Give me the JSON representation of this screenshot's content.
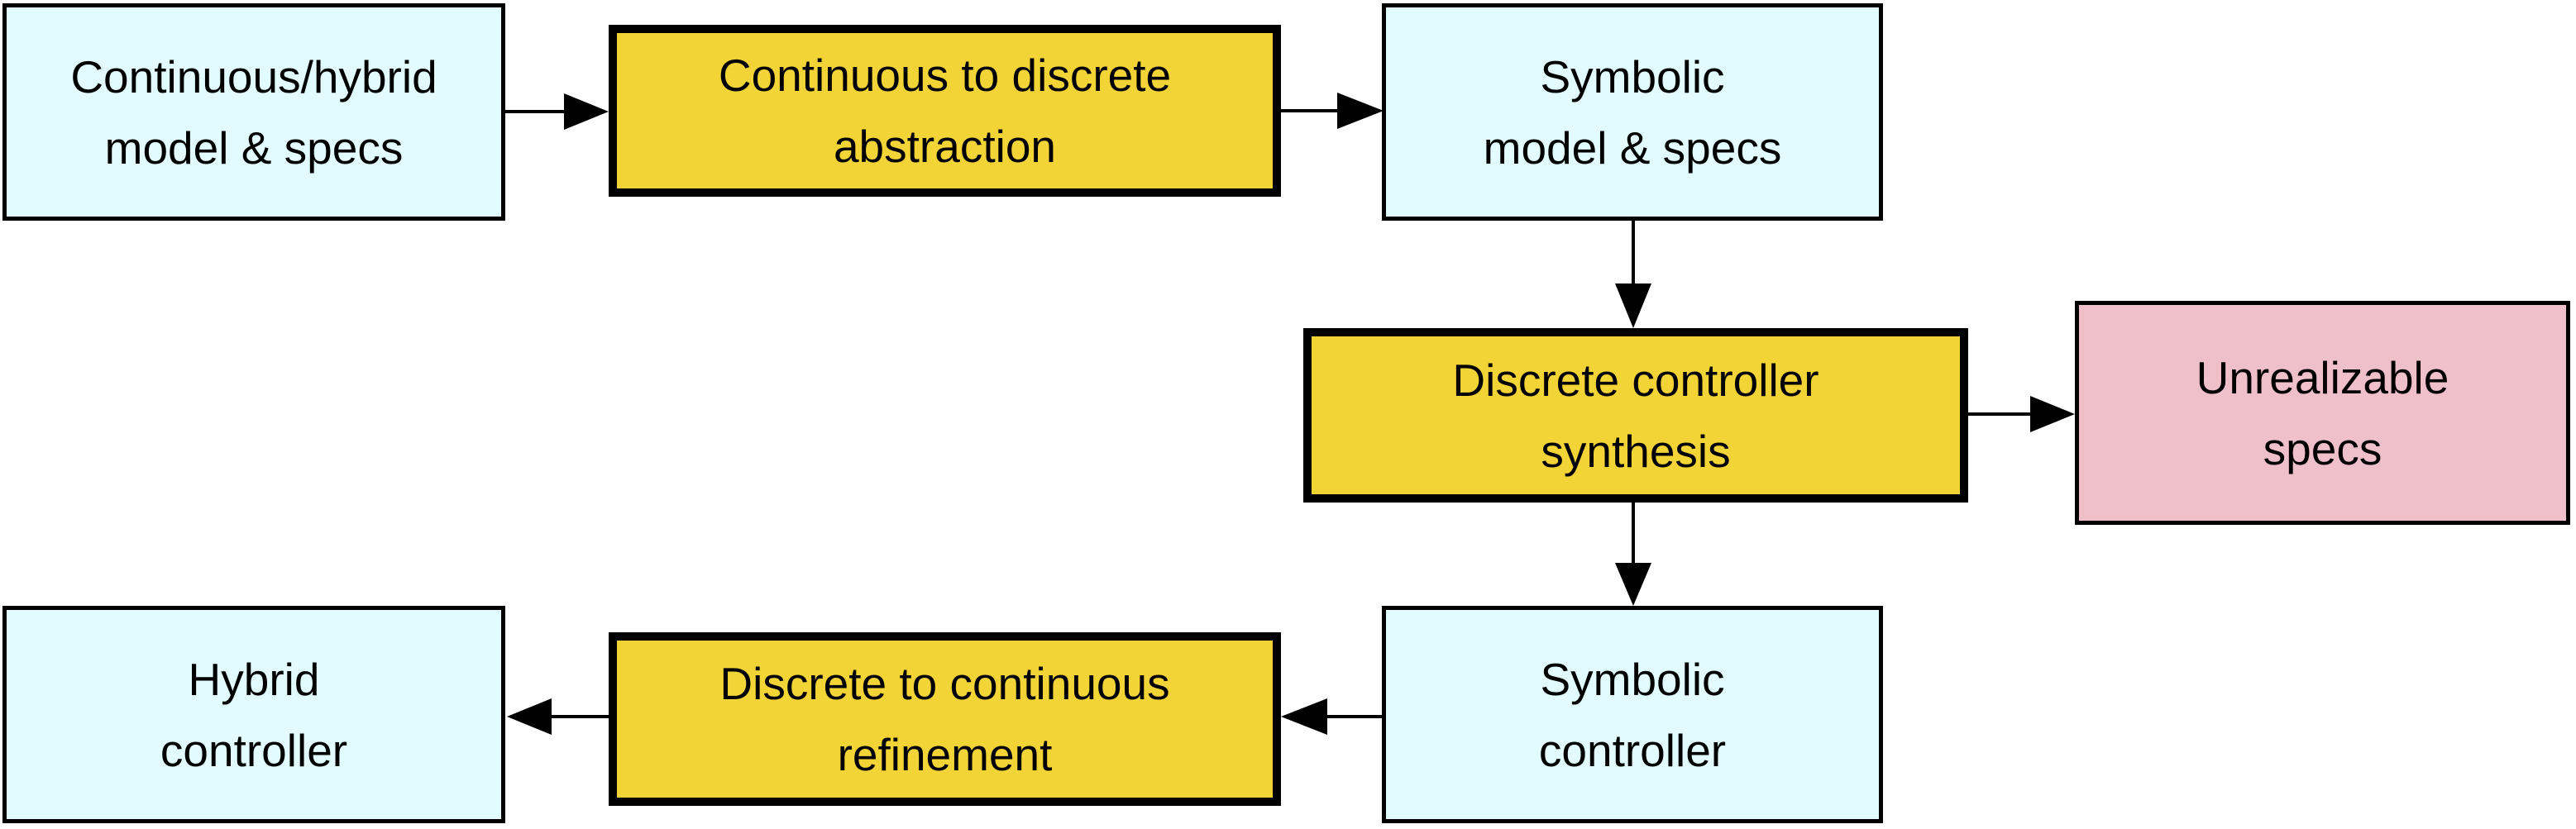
{
  "diagram": {
    "description": "Flowchart of symbolic controller synthesis workflow",
    "nodes": [
      {
        "id": "continuous-hybrid-model-specs",
        "lines": [
          "Continuous/hybrid",
          "model & specs"
        ],
        "color": "cyan"
      },
      {
        "id": "continuous-to-discrete-abstraction",
        "lines": [
          "Continuous to discrete",
          "abstraction"
        ],
        "color": "yellow"
      },
      {
        "id": "symbolic-model-specs",
        "lines": [
          "Symbolic",
          "model & specs"
        ],
        "color": "cyan"
      },
      {
        "id": "discrete-controller-synthesis",
        "lines": [
          "Discrete controller",
          "synthesis"
        ],
        "color": "yellow"
      },
      {
        "id": "unrealizable-specs",
        "lines": [
          "Unrealizable",
          "specs"
        ],
        "color": "pink"
      },
      {
        "id": "symbolic-controller",
        "lines": [
          "Symbolic",
          "controller"
        ],
        "color": "cyan"
      },
      {
        "id": "discrete-to-continuous-refinement",
        "lines": [
          "Discrete to continuous",
          "refinement"
        ],
        "color": "yellow"
      },
      {
        "id": "hybrid-controller",
        "lines": [
          "Hybrid",
          "controller"
        ],
        "color": "cyan"
      }
    ],
    "edges": [
      {
        "from": "continuous-hybrid-model-specs",
        "to": "continuous-to-discrete-abstraction",
        "direction": "right"
      },
      {
        "from": "continuous-to-discrete-abstraction",
        "to": "symbolic-model-specs",
        "direction": "right"
      },
      {
        "from": "symbolic-model-specs",
        "to": "discrete-controller-synthesis",
        "direction": "down"
      },
      {
        "from": "discrete-controller-synthesis",
        "to": "unrealizable-specs",
        "direction": "right"
      },
      {
        "from": "discrete-controller-synthesis",
        "to": "symbolic-controller",
        "direction": "down"
      },
      {
        "from": "symbolic-controller",
        "to": "discrete-to-continuous-refinement",
        "direction": "left"
      },
      {
        "from": "discrete-to-continuous-refinement",
        "to": "hybrid-controller",
        "direction": "left"
      }
    ]
  },
  "palette": {
    "cyan": "#E2FBFF",
    "yellow": "#F2D437",
    "pink": "#F0C0CA",
    "border": "#000000",
    "arrow": "#000000",
    "background": "#FFFFFF"
  }
}
